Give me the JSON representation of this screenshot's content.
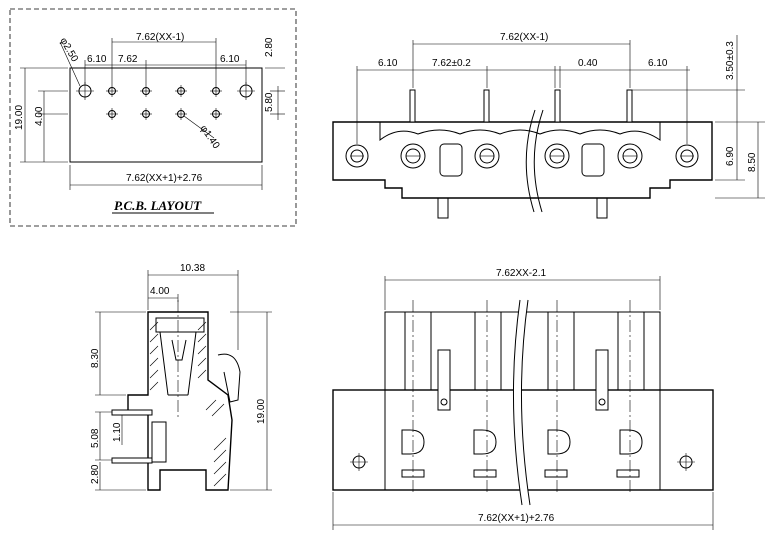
{
  "pcb_layout": {
    "title": "P.C.B. LAYOUT",
    "dims": {
      "top_span": "7.62(XX-1)",
      "left_offset": "6.10",
      "pitch": "7.62",
      "right_offset": "6.10",
      "top_margin": "2.80",
      "height": "19.00",
      "row_offset": "4.00",
      "row_gap": "5.80",
      "mount_hole": "φ2.50",
      "pin_hole": "φ1.40",
      "bottom_span": "7.62(XX+1)+2.76"
    }
  },
  "front_view": {
    "dims": {
      "top_span": "7.62(XX-1)",
      "left_offset": "6.10",
      "pitch_tol": "7.62±0.2",
      "pin_width": "0.40",
      "right_offset": "6.10",
      "pin_height": "3.50±0.3",
      "body_height": "6.90",
      "total_height": "8.50"
    }
  },
  "side_view": {
    "dims": {
      "depth": "10.38",
      "front": "4.00",
      "upper": "8.30",
      "height": "19.00",
      "pin_spacing": "5.08",
      "pin_size": "1.10",
      "bottom": "2.80"
    }
  },
  "top_view": {
    "dims": {
      "top_span": "7.62XX-2.1",
      "bottom_span": "7.62(XX+1)+2.76"
    }
  }
}
